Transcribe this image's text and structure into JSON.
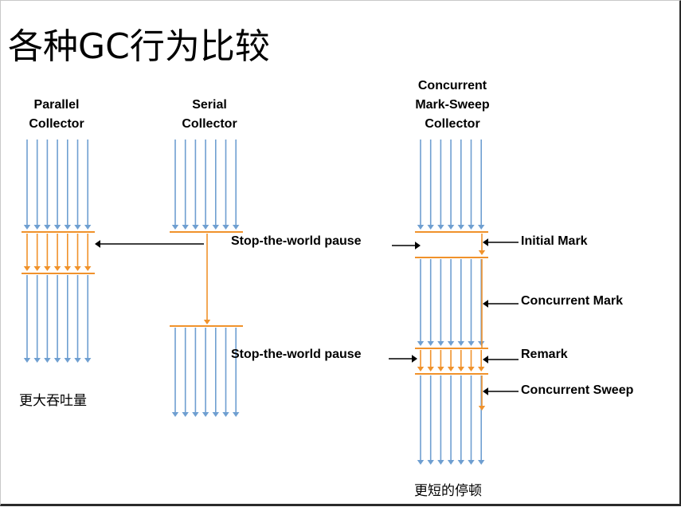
{
  "title": "各种GC行为比较",
  "collectors": {
    "parallel": {
      "name_line1": "Parallel",
      "name_line2": "Collector",
      "caption": "更大吞吐量"
    },
    "serial": {
      "name_line1": "Serial",
      "name_line2": "Collector"
    },
    "cms": {
      "name_line1": "Concurrent",
      "name_line2": "Mark-Sweep",
      "name_line3": "Collector",
      "caption": "更短的停顿"
    }
  },
  "labels": {
    "stw_pause_1": "Stop-the-world pause",
    "stw_pause_2": "Stop-the-world pause",
    "initial_mark": "Initial Mark",
    "concurrent_mark": "Concurrent Mark",
    "remark": "Remark",
    "concurrent_sweep": "Concurrent Sweep"
  },
  "colors": {
    "application_thread": "#6f9fd1",
    "gc_thread": "#f0922b",
    "pointer_arrow": "#000000"
  }
}
